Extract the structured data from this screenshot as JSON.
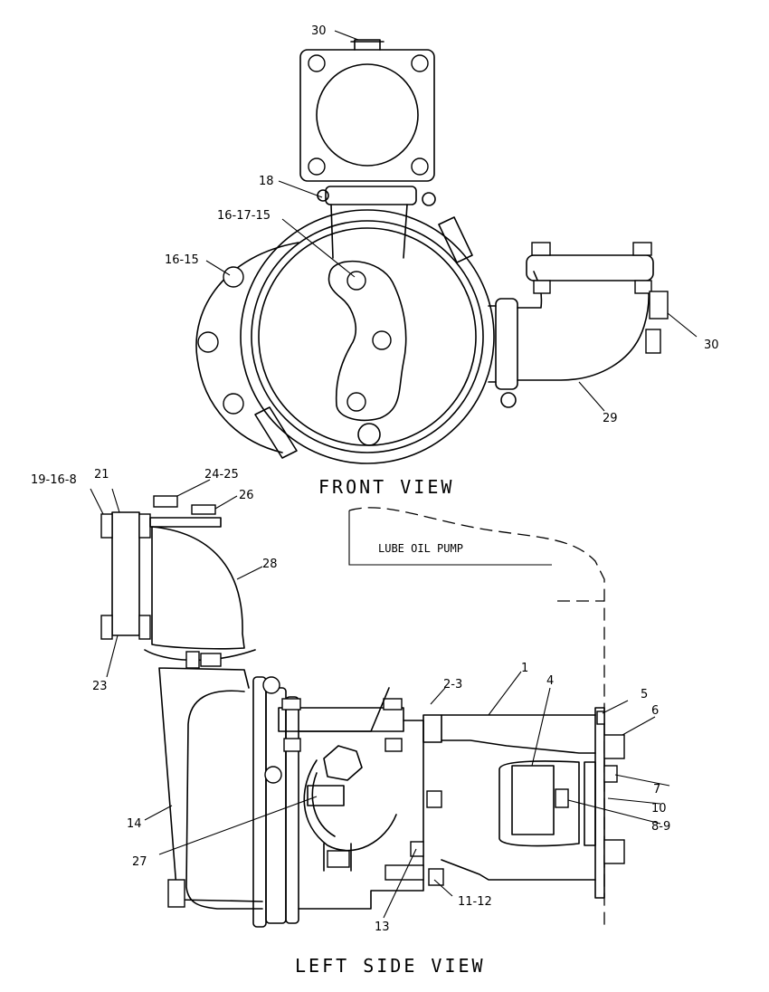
{
  "views": {
    "front": "FRONT VIEW",
    "side": "LEFT SIDE VIEW"
  },
  "note": "LUBE OIL PUMP",
  "callouts": {
    "c30_top": "30",
    "c18": "18",
    "c16_17_15": "16-17-15",
    "c16_15": "16-15",
    "c30_right": "30",
    "c29": "29",
    "c19_16_8": "19-16-8",
    "c21": "21",
    "c24_25": "24-25",
    "c26": "26",
    "c28": "28",
    "c23": "23",
    "c2_3": "2-3",
    "c1": "1",
    "c4": "4",
    "c5": "5",
    "c6": "6",
    "c7": "7",
    "c10": "10",
    "c8_9": "8-9",
    "c14": "14",
    "c27": "27",
    "c11_12": "11-12",
    "c13": "13"
  }
}
